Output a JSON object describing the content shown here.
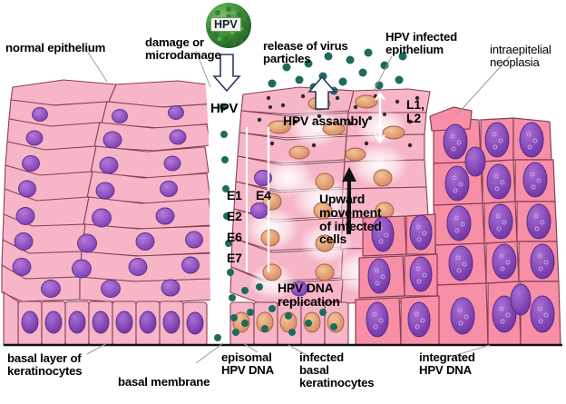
{
  "figure": {
    "title": "HPV infection of epithelium",
    "type": "biomedical-diagram"
  },
  "palette": {
    "normal_cell": "#f6b6c8",
    "normal_cell_stroke": "#8a3f55",
    "neoplasia_cell": "#f78fa7",
    "nucleus": "#8d4fc0",
    "nucleus_stroke": "#5f2f86",
    "infected_nucleus": "#e8a07a",
    "virus_dot": "#1d6b5e",
    "virion_green": "#3f8f3a",
    "background": "#ffffff"
  },
  "labels": {
    "normal_epithelium": "normal epithelium",
    "damage": "damage or\nmicrodamage",
    "virion": "HPV",
    "hpv_entry": "HPV",
    "release": "release of virus\nparticles",
    "infected_epithelium": "HPV infected\nepithelium",
    "neoplasia": "intraepitelial\nneoplasia",
    "assembly": "HPV assambly",
    "capsid_genes": "L1,\nL2",
    "early_genes_left": [
      "E1",
      "E2",
      "E6",
      "E7"
    ],
    "early_gene_right": "E4",
    "upward": "Upward\nmovement\nof infected\ncells",
    "replication": "HPV DNA\nreplication",
    "basal_layer": "basal layer of\nkeratinocytes",
    "basal_membrane": "basal membrane",
    "episomal": "episomal\nHPV DNA",
    "infected_basal": "infected\nbasal\nkeratinocytes",
    "integrated": "integrated\nHPV DNA"
  }
}
